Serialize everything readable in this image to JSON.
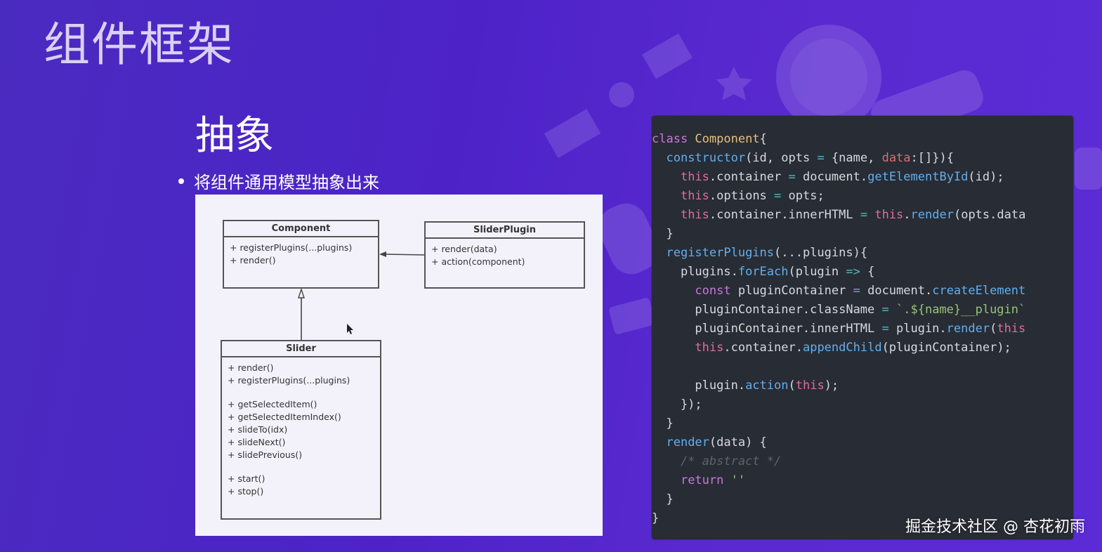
{
  "slide": {
    "title": "组件框架",
    "subtitle": "抽象",
    "bullet": "将组件通用模型抽象出来"
  },
  "diagram": {
    "classes": {
      "component": {
        "name": "Component",
        "methods": [
          "+ registerPlugins(...plugins)",
          "+ render()"
        ]
      },
      "slider_plugin": {
        "name": "SliderPlugin",
        "methods": [
          "+ render(data)",
          "+ action(component)"
        ]
      },
      "slider": {
        "name": "Slider",
        "groups": [
          [
            "+ render()",
            "+ registerPlugins(...plugins)"
          ],
          [
            "+ getSelectedItem()",
            "+ getSelectedItemIndex()",
            "+ slideTo(idx)",
            "+ slideNext()",
            "+ slidePrevious()"
          ],
          [
            "+ start()",
            "+ stop()"
          ]
        ]
      }
    }
  },
  "code": {
    "lines": [
      [
        [
          "kw",
          "class "
        ],
        [
          "cls",
          "Component"
        ],
        [
          "plain",
          "{"
        ]
      ],
      [
        [
          "plain",
          "  "
        ],
        [
          "fn",
          "constructor"
        ],
        [
          "plain",
          "(id, opts "
        ],
        [
          "op",
          "="
        ],
        [
          "plain",
          " {name, "
        ],
        [
          "prop",
          "data"
        ],
        [
          "plain",
          ":[]}){"
        ]
      ],
      [
        [
          "plain",
          "    "
        ],
        [
          "this",
          "this"
        ],
        [
          "plain",
          ".container "
        ],
        [
          "op",
          "="
        ],
        [
          "plain",
          " document."
        ],
        [
          "fn",
          "getElementById"
        ],
        [
          "plain",
          "(id);"
        ]
      ],
      [
        [
          "plain",
          "    "
        ],
        [
          "this",
          "this"
        ],
        [
          "plain",
          ".options "
        ],
        [
          "op",
          "="
        ],
        [
          "plain",
          " opts;"
        ]
      ],
      [
        [
          "plain",
          "    "
        ],
        [
          "this",
          "this"
        ],
        [
          "plain",
          ".container.innerHTML "
        ],
        [
          "op",
          "="
        ],
        [
          "plain",
          " "
        ],
        [
          "this",
          "this"
        ],
        [
          "plain",
          "."
        ],
        [
          "fn",
          "render"
        ],
        [
          "plain",
          "(opts.data"
        ]
      ],
      [
        [
          "plain",
          "  }"
        ]
      ],
      [
        [
          "plain",
          "  "
        ],
        [
          "fn",
          "registerPlugins"
        ],
        [
          "plain",
          "(...plugins){"
        ]
      ],
      [
        [
          "plain",
          "    plugins."
        ],
        [
          "fn",
          "forEach"
        ],
        [
          "plain",
          "(plugin "
        ],
        [
          "op",
          "=>"
        ],
        [
          "plain",
          " {"
        ]
      ],
      [
        [
          "plain",
          "      "
        ],
        [
          "kw",
          "const"
        ],
        [
          "plain",
          " pluginContainer "
        ],
        [
          "op",
          "="
        ],
        [
          "plain",
          " document."
        ],
        [
          "fn",
          "createElement"
        ]
      ],
      [
        [
          "plain",
          "      pluginContainer.className "
        ],
        [
          "op",
          "="
        ],
        [
          "plain",
          " "
        ],
        [
          "str",
          "`.${name}__plugin`"
        ]
      ],
      [
        [
          "plain",
          "      pluginContainer.innerHTML "
        ],
        [
          "op",
          "="
        ],
        [
          "plain",
          " plugin."
        ],
        [
          "fn",
          "render"
        ],
        [
          "plain",
          "("
        ],
        [
          "this",
          "this"
        ]
      ],
      [
        [
          "plain",
          "      "
        ],
        [
          "this",
          "this"
        ],
        [
          "plain",
          ".container."
        ],
        [
          "fn",
          "appendChild"
        ],
        [
          "plain",
          "(pluginContainer);"
        ]
      ],
      [
        [
          "plain",
          ""
        ]
      ],
      [
        [
          "plain",
          "      plugin."
        ],
        [
          "fn",
          "action"
        ],
        [
          "plain",
          "("
        ],
        [
          "this",
          "this"
        ],
        [
          "plain",
          ");"
        ]
      ],
      [
        [
          "plain",
          "    });"
        ]
      ],
      [
        [
          "plain",
          "  }"
        ]
      ],
      [
        [
          "plain",
          "  "
        ],
        [
          "fn",
          "render"
        ],
        [
          "plain",
          "(data) {"
        ]
      ],
      [
        [
          "plain",
          "    "
        ],
        [
          "com",
          "/* abstract */"
        ]
      ],
      [
        [
          "plain",
          "    "
        ],
        [
          "kw",
          "return"
        ],
        [
          "plain",
          " "
        ],
        [
          "str",
          "''"
        ]
      ],
      [
        [
          "plain",
          "  }"
        ]
      ],
      [
        [
          "plain",
          "}"
        ]
      ]
    ]
  },
  "watermark": "掘金技术社区 @ 杏花初雨",
  "icons": {
    "cursor": "mouse-pointer-icon",
    "background": "astronaut-illustration"
  },
  "colors": {
    "background": "#4d23c8",
    "code_background": "#282c34",
    "diagram_background": "#f3f2fb"
  }
}
